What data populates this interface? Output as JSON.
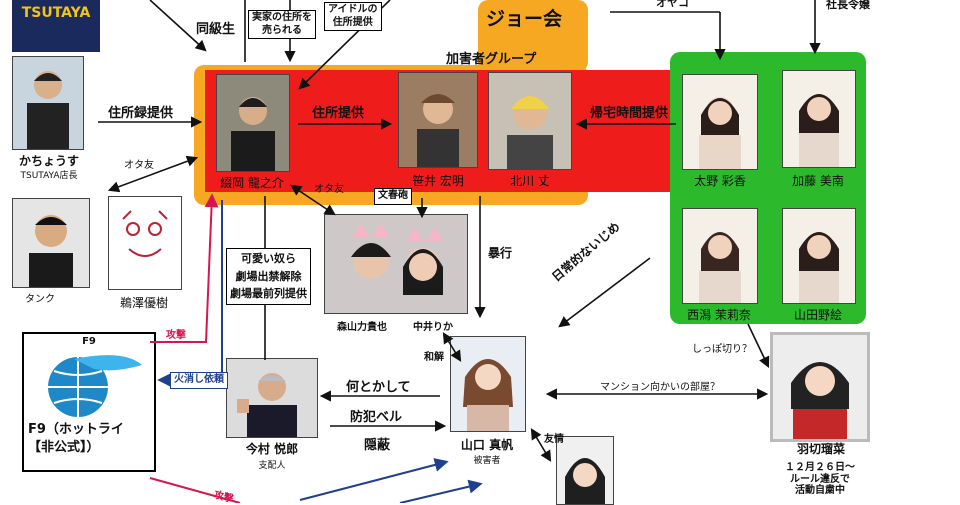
{
  "tsutaya": {
    "logo_text": "TSUTAYA"
  },
  "joe_group": {
    "title": "ジョー会"
  },
  "offender_group": {
    "title": "加害者グループ"
  },
  "people": {
    "kachoosu": {
      "name": "かちょうす",
      "role": "TSUTAYA店長"
    },
    "tank": {
      "name": "タンク"
    },
    "ukezawa": {
      "name": "鵜澤優樹"
    },
    "kaneoka": {
      "name": "綴岡 龍之介"
    },
    "sasai": {
      "name": "笹井 宏明"
    },
    "kitagawa": {
      "name": "北川 丈"
    },
    "ohno": {
      "name": "太野 彩香"
    },
    "kato": {
      "name": "加藤 美南"
    },
    "nishigata": {
      "name": "西潟 茉莉奈"
    },
    "yamada": {
      "name": "山田野絵"
    },
    "moriyama": {
      "name": "森山力貴也"
    },
    "nakai": {
      "name": "中井りか"
    },
    "imamura": {
      "name": "今村 悦郎",
      "role": "支配人"
    },
    "yamaguchi": {
      "name": "山口 真帆",
      "role": "被害者"
    },
    "hakiri": {
      "name": "羽切瑠菜",
      "note": "１２月２６日～\nルール違反で\n活動自粛中"
    },
    "f9": {
      "name": "F9（ホットライ\n【非公式】）",
      "logo_label": "F9"
    }
  },
  "edges": {
    "doukyuusei": "同級生",
    "jikka": "実家の住所を\n売られる",
    "idol_address": "アイドルの\n住所提供",
    "oyako": "オヤコ",
    "shachou_reijou": "社長令嬢",
    "juushoroku": "住所録提供",
    "juusho_teikyou": "住所提供",
    "kitaku_jikan": "帰宅時間提供",
    "ota_tomo1": "オタ友",
    "ota_tomo2": "オタ友",
    "bunshun": "文春砲",
    "kawaii": "可愛い奴ら\n劇場出禁解除\n劇場最前列提供",
    "bouko": "暴行",
    "nichijou": "日常的ないじめ",
    "kougeki1": "攻撃",
    "kougeki2": "攻撃",
    "hikeshi": "火消し依頼",
    "wakai": "和解",
    "nantoka": "何とかして",
    "bouhan": "防犯ベル",
    "inpei": "隠蔽",
    "yuujou": "友情",
    "shippo": "しっぽ切り？",
    "mansion": "マンション向かいの部屋？"
  },
  "colors": {
    "orange": "#f7a823",
    "red": "#ef1c1c",
    "green": "#2cb92c",
    "tsutaya_navy": "#1b2a5c",
    "arrow_red": "#d6164f",
    "arrow_blue": "#1f3f8f"
  }
}
